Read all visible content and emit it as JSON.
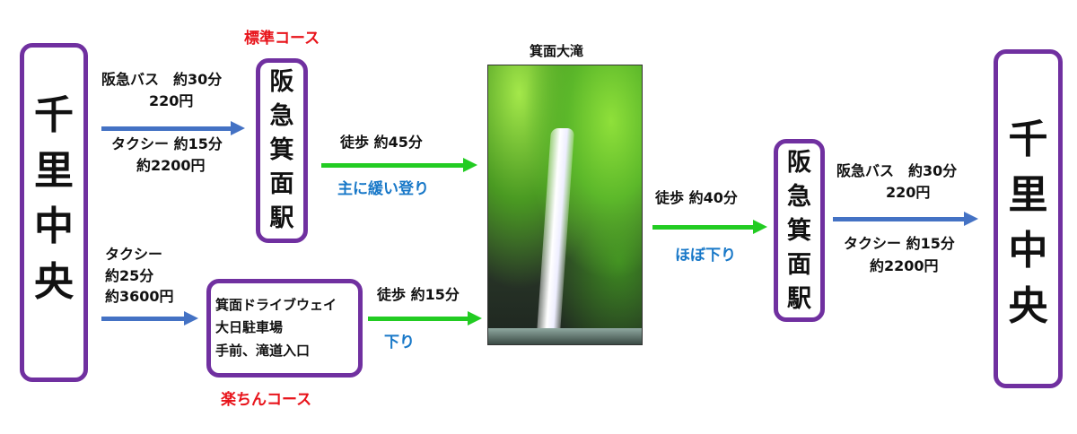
{
  "origin": {
    "chars": [
      "千",
      "里",
      "中",
      "央"
    ]
  },
  "destination": {
    "chars": [
      "千",
      "里",
      "中",
      "央"
    ]
  },
  "standard_course": {
    "label": "標準コース",
    "bus": {
      "line1": "阪急バス　約30分",
      "line2": "220円"
    },
    "taxi": {
      "line1": "タクシー 約15分",
      "line2": "約2200円"
    },
    "station": {
      "chars": [
        "阪",
        "急",
        "箕",
        "面",
        "駅"
      ]
    },
    "walk": {
      "time": "徒歩 約45分",
      "note": "主に緩い登り"
    }
  },
  "easy_course": {
    "label": "楽ちんコース",
    "taxi": {
      "line1": "タクシー",
      "line2": "約25分",
      "line3": "約3600円"
    },
    "parking": {
      "line1": "箕面ドライブウェイ",
      "line2": "大日駐車場",
      "line3": "手前、滝道入口"
    },
    "walk": {
      "time": "徒歩 約15分",
      "note": "下り"
    }
  },
  "waterfall": {
    "title": "箕面大滝"
  },
  "return": {
    "walk": {
      "time": "徒歩 約40分",
      "note": "ほぼ下り"
    },
    "station": {
      "chars": [
        "阪",
        "急",
        "箕",
        "面",
        "駅"
      ]
    },
    "bus": {
      "line1": "阪急バス　約30分",
      "line2": "220円"
    },
    "taxi": {
      "line1": "タクシー 約15分",
      "line2": "約2200円"
    }
  },
  "colors": {
    "box_border": "#7030a0",
    "bus_arrow": "#4472c4",
    "walk_arrow": "#22cc22",
    "course_label": "#e8141b",
    "note": "#1878c8"
  }
}
